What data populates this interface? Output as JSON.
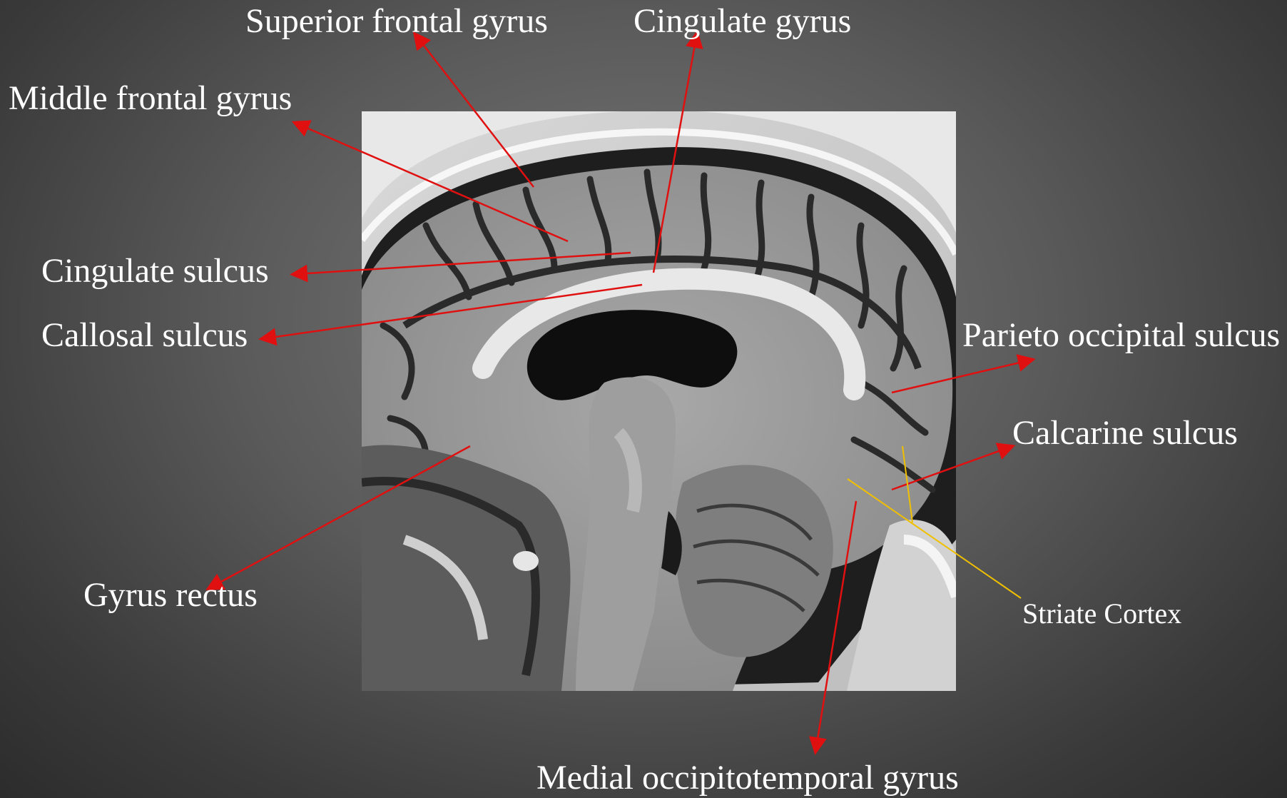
{
  "labels": {
    "superior_frontal_gyrus": "Superior frontal gyrus",
    "cingulate_gyrus": "Cingulate gyrus",
    "middle_frontal_gyrus": "Middle frontal gyrus",
    "cingulate_sulcus": "Cingulate sulcus",
    "callosal_sulcus": "Callosal sulcus",
    "parieto_occipital_sulcus": "Parieto occipital sulcus",
    "calcarine_sulcus": "Calcarine sulcus",
    "gyrus_rectus": "Gyrus rectus",
    "striate_cortex": "Striate Cortex",
    "medial_occipitotemporal_gyrus": "Medial occipitotemporal gyrus"
  },
  "colors": {
    "arrow": "#e01010",
    "striate_line": "#f0c000",
    "text": "#ffffff"
  }
}
